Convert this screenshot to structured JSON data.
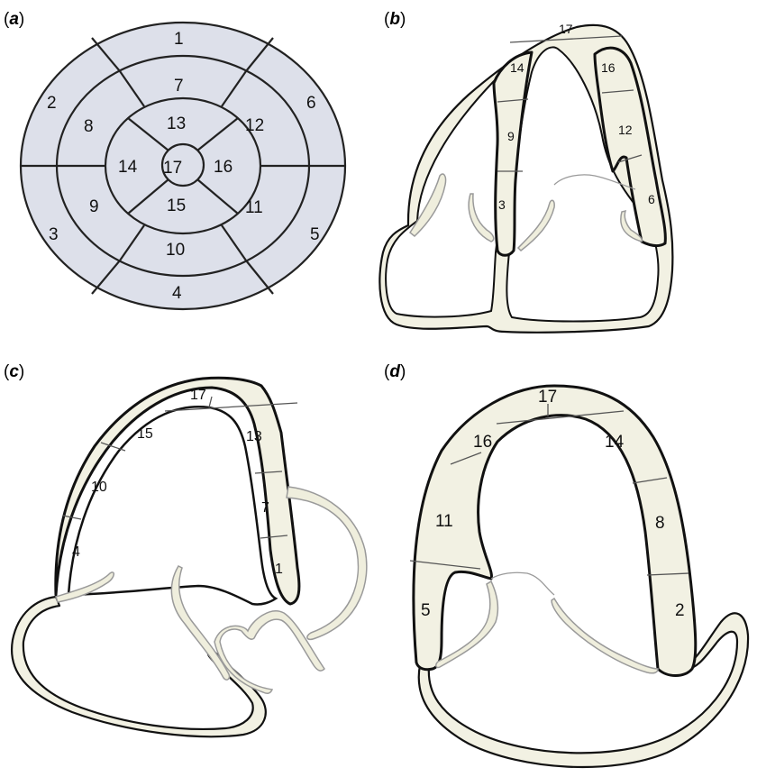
{
  "panels": {
    "a": {
      "open": "(",
      "letter": "a",
      "close": ")",
      "segments": [
        "1",
        "2",
        "3",
        "4",
        "5",
        "6",
        "7",
        "8",
        "9",
        "10",
        "11",
        "12",
        "13",
        "14",
        "15",
        "16",
        "17"
      ]
    },
    "b": {
      "open": "(",
      "letter": "b",
      "close": ")",
      "segments": [
        "17",
        "14",
        "16",
        "9",
        "12",
        "3",
        "6"
      ]
    },
    "c": {
      "open": "(",
      "letter": "c",
      "close": ")",
      "segments": [
        "17",
        "15",
        "13",
        "10",
        "7",
        "4",
        "1"
      ]
    },
    "d": {
      "open": "(",
      "letter": "d",
      "close": ")",
      "segments": [
        "17",
        "16",
        "14",
        "11",
        "8",
        "5",
        "2"
      ]
    }
  },
  "colors": {
    "bullseye_fill": "#dde0ea",
    "myocardium_fill": "#f2f1e3",
    "outline": "#111111",
    "valve_grey": "#9a9a9a"
  }
}
